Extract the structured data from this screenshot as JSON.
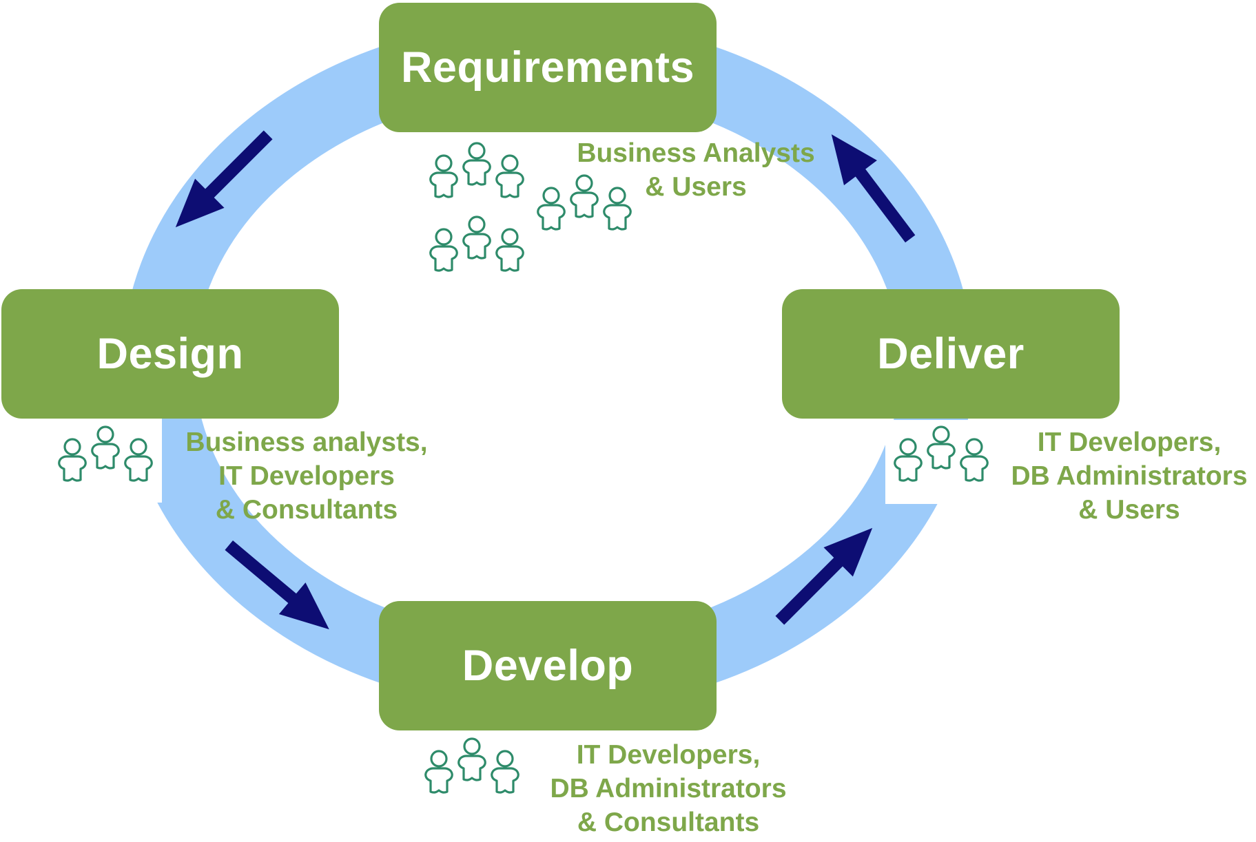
{
  "stages": {
    "requirements": {
      "label": "Requirements",
      "roles": [
        "Business Analysts",
        "& Users"
      ]
    },
    "design": {
      "label": "Design",
      "roles": [
        "Business analysts,",
        "IT Developers",
        "& Consultants"
      ]
    },
    "deliver": {
      "label": "Deliver",
      "roles": [
        "IT Developers,",
        "DB Administrators",
        "& Users"
      ]
    },
    "develop": {
      "label": "Develop",
      "roles": [
        "IT Developers,",
        "DB Administrators",
        "& Consultants"
      ]
    }
  },
  "colors": {
    "stage_fill": "#7ea74a",
    "stage_text": "#ffffff",
    "role_text": "#7ea74a",
    "ring": "#9dcbfa",
    "arrow": "#0d0d73",
    "people_stroke": "#2e8b6a"
  },
  "icons": {
    "cycle_arrow": "arrow-icon",
    "people": "people-icon"
  }
}
